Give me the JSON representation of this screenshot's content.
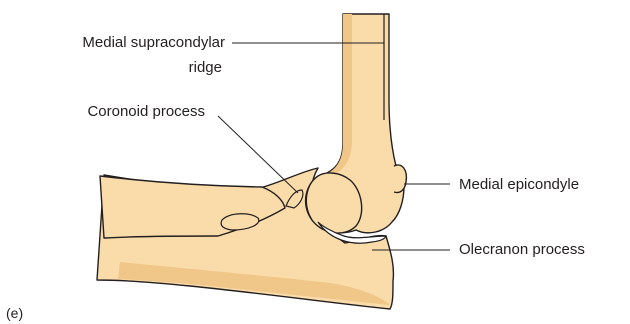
{
  "figure": {
    "panel_label": "(e)",
    "labels": {
      "medial_supracondylar_ridge_line1": "Medial supracondylar",
      "medial_supracondylar_ridge_line2": "ridge",
      "coronoid_process": "Coronoid process",
      "medial_epicondyle": "Medial epicondyle",
      "olecranon_process": "Olecranon process"
    }
  },
  "colors": {
    "bone_fill": "#f9dcaa",
    "bone_shadow": "#f0c689",
    "outline": "#231f20",
    "text": "#231f20",
    "background": "#ffffff"
  }
}
